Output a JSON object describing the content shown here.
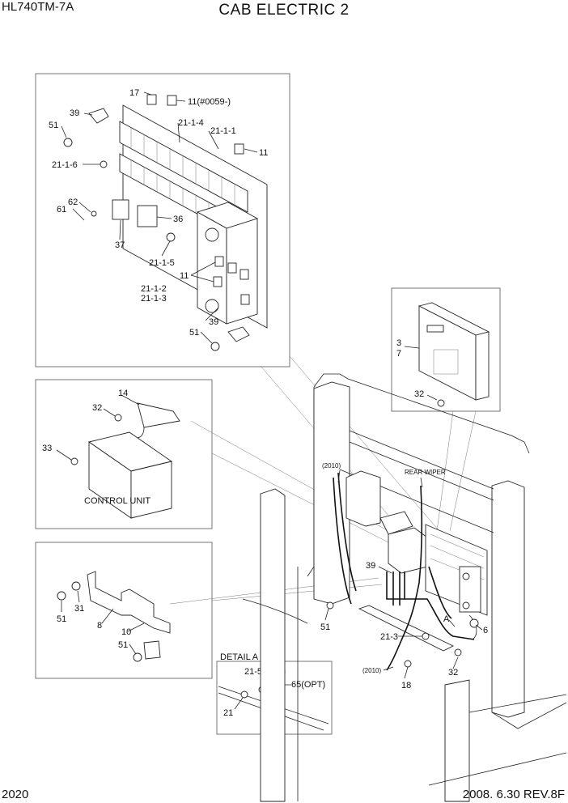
{
  "header": {
    "model": "HL740TM-7A",
    "title": "CAB ELECTRIC 2"
  },
  "footer": {
    "page": "2020",
    "revision": "2008. 6.30  REV.8F"
  },
  "fuse_box_panel": {
    "labels": [
      "17",
      "11(#0059-)",
      "39",
      "51",
      "21-1-4",
      "21-1-1",
      "11",
      "21-1-6",
      "62",
      "61",
      "36",
      "37",
      "21-1-5",
      "11",
      "21-1-2",
      "21-1-3",
      "39",
      "51"
    ]
  },
  "control_unit_panel": {
    "labels": [
      "14",
      "32",
      "33"
    ],
    "caption": "CONTROL UNIT"
  },
  "bracket_panel": {
    "labels": [
      "51",
      "31",
      "8",
      "10",
      "51"
    ]
  },
  "detail_a": {
    "title": "DETAIL A",
    "labels": [
      "21-5(STD)",
      "65(OPT)",
      "21"
    ]
  },
  "monitor_panel": {
    "labels": [
      "3",
      "7",
      "32"
    ]
  },
  "cab_view": {
    "labels": [
      "(2010)",
      "REAR WIPER",
      "39",
      "51",
      "A",
      "6",
      "21-3",
      "(2010)",
      "32",
      "18"
    ]
  }
}
